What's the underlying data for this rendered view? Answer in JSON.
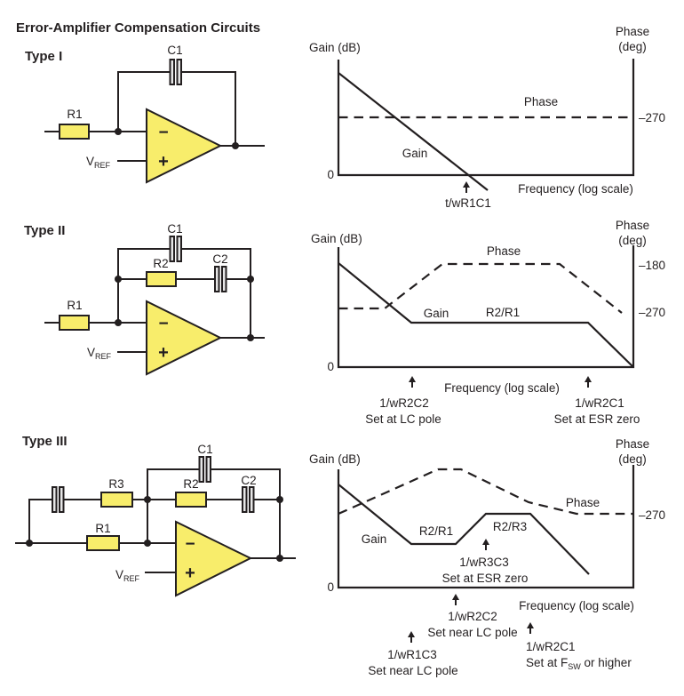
{
  "title": "Error-Amplifier Compensation Circuits",
  "colors": {
    "component_yellow": "#F8ED6B",
    "capacitor_plate": "#E6E6E6",
    "line": "#231F20",
    "background": "#FFFFFF"
  },
  "t1": {
    "label": "Type I",
    "circuit": {
      "c1": "C1",
      "r1": "R1",
      "vref_main": "V",
      "vref_sub": "REF",
      "minus": "−",
      "plus": "+"
    },
    "p": {
      "gain_axis": "Gain (dB)",
      "phase_axis_line1": "Phase",
      "phase_axis_line2": "(deg)",
      "phase_label": "Phase",
      "gain_label": "Gain",
      "tick_270": "–270",
      "zero": "0",
      "freq_axis": "Frequency (log scale)",
      "ann_crossover": "t/wR1C1"
    }
  },
  "t2": {
    "label": "Type II",
    "circuit": {
      "c1": "C1",
      "r2": "R2",
      "c2": "C2",
      "r1": "R1",
      "vref_main": "V",
      "vref_sub": "REF",
      "minus": "−",
      "plus": "+"
    },
    "p": {
      "gain_axis": "Gain (dB)",
      "phase_axis_line1": "Phase",
      "phase_axis_line2": "(deg)",
      "phase_label": "Phase",
      "gain_label": "Gain",
      "gain_level": "R2/R1",
      "tick_180": "–180",
      "tick_270": "–270",
      "zero": "0",
      "freq_axis": "Frequency (log scale)",
      "ann1_freq": "1/wR2C2",
      "ann1_note": "Set at LC pole",
      "ann2_freq": "1/wR2C1",
      "ann2_note": "Set at ESR zero"
    }
  },
  "t3": {
    "label": "Type III",
    "circuit": {
      "c1": "C1",
      "r3": "R3",
      "r2": "R2",
      "c2": "C2",
      "r1": "R1",
      "vref_main": "V",
      "vref_sub": "REF",
      "minus": "−",
      "plus": "+"
    },
    "p": {
      "gain_axis": "Gain (dB)",
      "phase_axis_line1": "Phase",
      "phase_axis_line2": "(deg)",
      "phase_label": "Phase",
      "gain_label": "Gain",
      "gain_level1": "R2/R1",
      "gain_level2": "R2/R3",
      "tick_270": "–270",
      "zero": "0",
      "freq_axis": "Frequency (log scale)",
      "ann_esr_freq": "1/wR3C3",
      "ann_esr_note": "Set at ESR zero",
      "ann_r2c2_freq": "1/wR2C2",
      "ann_r2c2_note": "Set near LC pole",
      "ann_r1c3_freq": "1/wR1C3",
      "ann_r1c3_note": "Set near LC pole",
      "ann_r2c1_freq": "1/wR2C1",
      "ann_r2c1_note_a": "Set at F",
      "ann_r2c1_note_sub": "SW",
      "ann_r2c1_note_b": " or higher"
    }
  }
}
